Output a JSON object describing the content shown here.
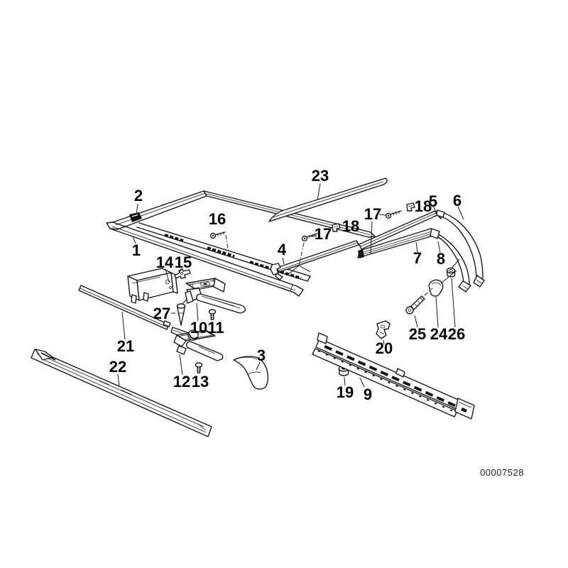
{
  "colors": {
    "ink": "#1a1a1a",
    "background": "#ffffff"
  },
  "doc_code": "00007528",
  "callouts": {
    "c1": "1",
    "c2": "2",
    "c3": "3",
    "c4": "4",
    "c5": "5",
    "c6": "6",
    "c7": "7",
    "c8": "8",
    "c9": "9",
    "c10": "10",
    "c11": "11",
    "c12": "12",
    "c13": "13",
    "c14": "14",
    "c15": "15",
    "c16": "16",
    "c17a": "17",
    "c17b": "17",
    "c18a": "18",
    "c18b": "18",
    "c19": "19",
    "c20": "20",
    "c21": "21",
    "c22": "22",
    "c23": "23",
    "c24": "24",
    "c25": "25",
    "c26": "26",
    "c27": "27"
  }
}
